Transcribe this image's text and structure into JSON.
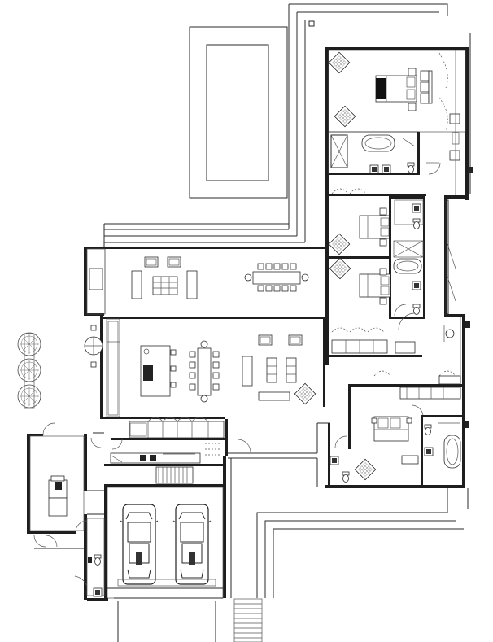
{
  "drawing": {
    "type": "architectural floor plan",
    "ink_color": "#1e1e1e",
    "background_color": "#ffffff",
    "rooms": [
      {
        "id": "pool-deck"
      },
      {
        "id": "master-bedroom"
      },
      {
        "id": "master-bathroom"
      },
      {
        "id": "bedroom-2"
      },
      {
        "id": "bedroom-3"
      },
      {
        "id": "shared-bathroom"
      },
      {
        "id": "terrace"
      },
      {
        "id": "living-room"
      },
      {
        "id": "kitchen"
      },
      {
        "id": "dining-area"
      },
      {
        "id": "lounge"
      },
      {
        "id": "bedroom-4"
      },
      {
        "id": "bathroom-4"
      },
      {
        "id": "office"
      },
      {
        "id": "laundry"
      },
      {
        "id": "garage"
      },
      {
        "id": "wc"
      },
      {
        "id": "entry-stairs"
      }
    ],
    "icons": [
      "bed-icon",
      "car-icon",
      "tree-icon",
      "bathtub-icon",
      "sofa-icon",
      "dining-table-icon",
      "toilet-icon",
      "sink-icon",
      "door-swing-icon",
      "plant-icon"
    ]
  }
}
